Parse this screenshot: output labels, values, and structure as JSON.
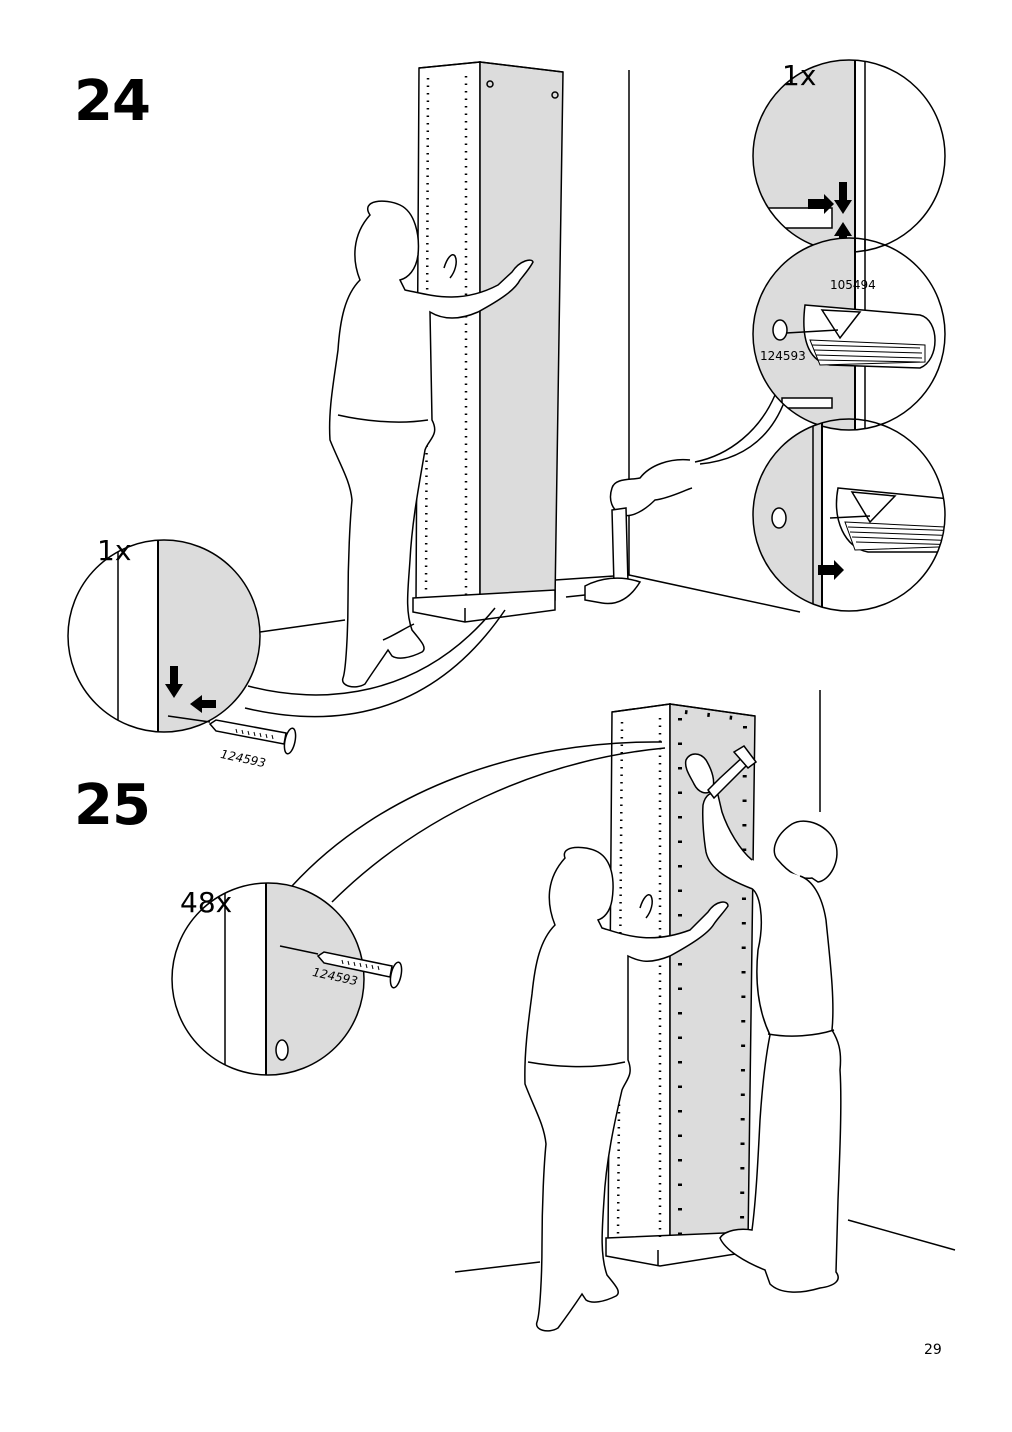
{
  "steps": {
    "step24": {
      "number": "24",
      "detail_top": {
        "qty": "1x"
      },
      "detail_middle": {
        "part_top": "105494",
        "part_bottom": "124593"
      },
      "detail_left": {
        "qty": "1x",
        "part": "124593"
      }
    },
    "step25": {
      "number": "25",
      "detail": {
        "qty": "48x",
        "part": "124593"
      }
    }
  },
  "page_number": "29",
  "colors": {
    "line": "#000000",
    "panel_fill": "#dcdcdc",
    "background": "#ffffff"
  }
}
